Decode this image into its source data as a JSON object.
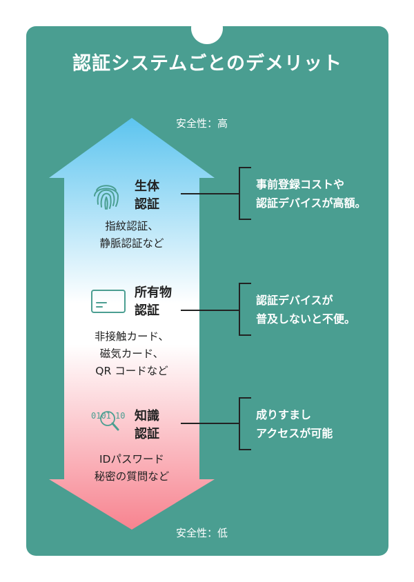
{
  "title": "認証システムごとのデメリット",
  "safety_high": "安全性：高",
  "safety_low": "安全性：低",
  "methods": [
    {
      "name_line1": "生体",
      "name_line2": "認証",
      "examples": [
        "指紋認証、",
        "静脈認証など"
      ],
      "icon": "fingerprint-icon",
      "note": [
        "事前登録コストや",
        "認証デバイスが高額。"
      ]
    },
    {
      "name_line1": "所有物",
      "name_line2": "認証",
      "examples": [
        "非接触カード、",
        "磁気カード、",
        "QR コードなど"
      ],
      "icon": "card-icon",
      "note": [
        "認証デバイスが",
        "普及しないと不便。"
      ]
    },
    {
      "name_line1": "知識",
      "name_line2": "認証",
      "examples": [
        "IDパスワード",
        "秘密の質問など"
      ],
      "icon": "binary-search-icon",
      "note": [
        "成りすまし",
        "アクセスが可能"
      ]
    }
  ],
  "colors": {
    "card": "#4a9e91",
    "arrow_top": "#5cc4ef",
    "arrow_middle": "#ffffff",
    "arrow_bottom": "#f7838f",
    "icon": "#4a9e91"
  }
}
